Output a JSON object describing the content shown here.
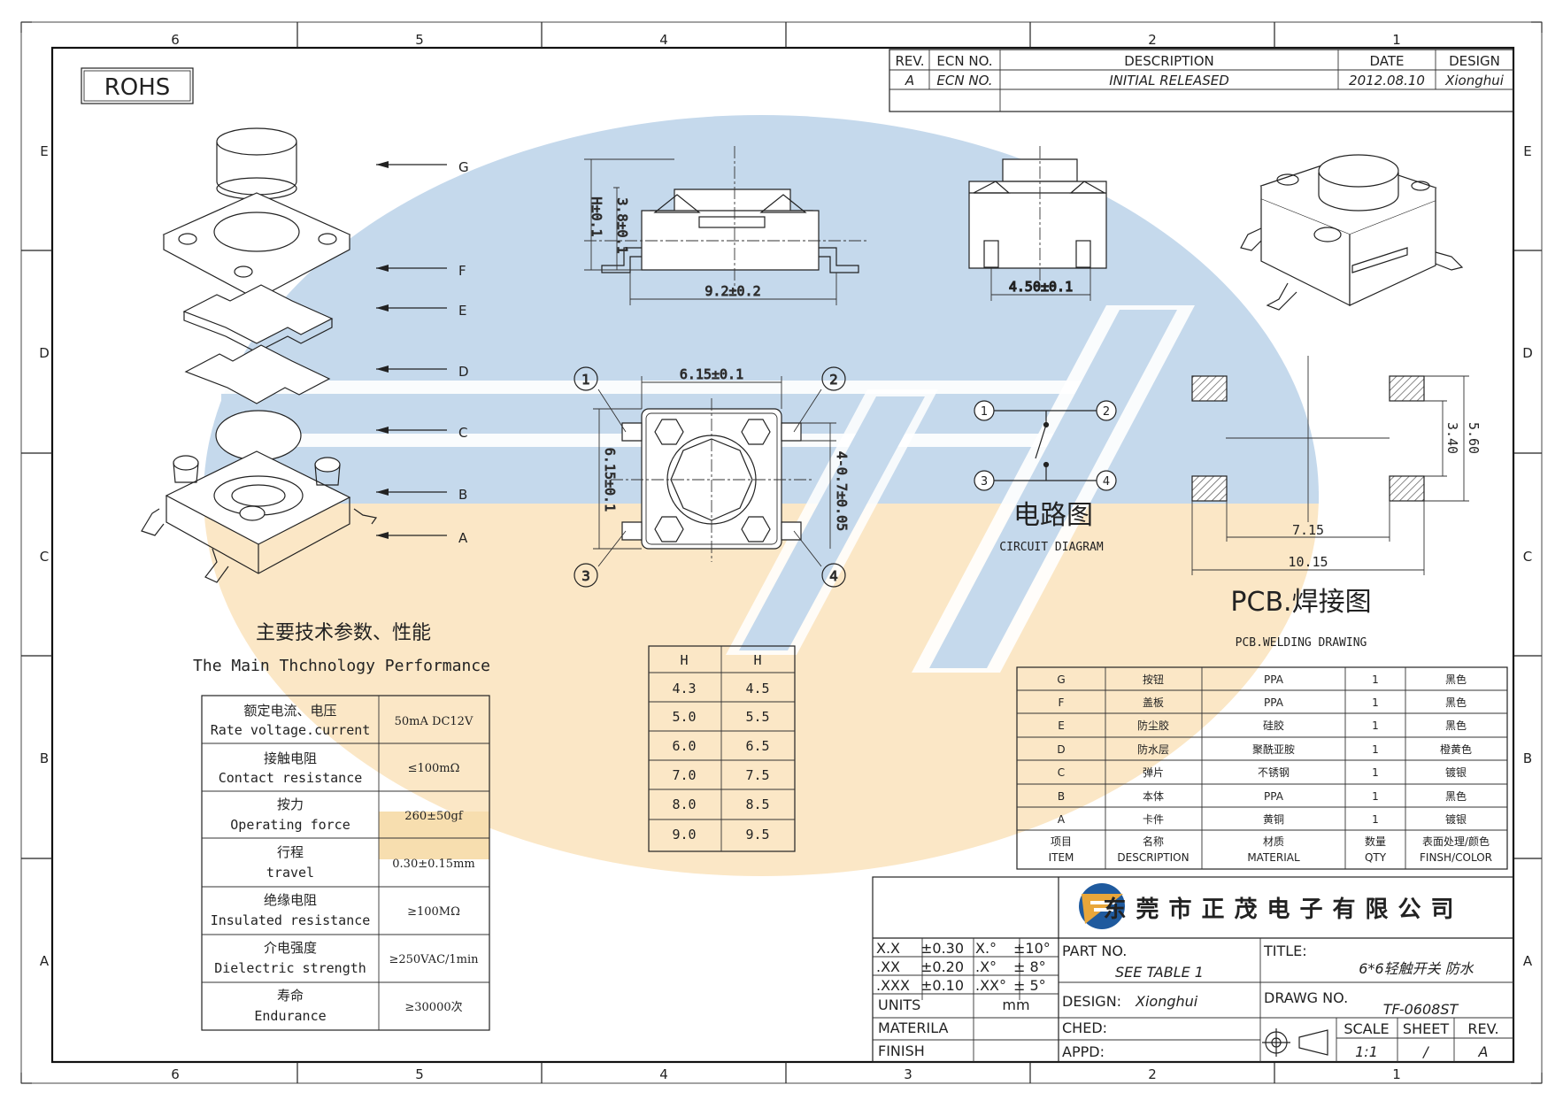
{
  "rohs": "ROHS",
  "zones": {
    "cols": [
      "6",
      "5",
      "4",
      "3",
      "2",
      "1"
    ],
    "rows": [
      "E",
      "D",
      "C",
      "B",
      "A"
    ]
  },
  "revision": {
    "headers": [
      "REV.",
      "ECN NO.",
      "DESCRIPTION",
      "DATE",
      "DESIGN"
    ],
    "row": [
      "A",
      "ECN NO.",
      "INITIAL RELEASED",
      "2012.08.10",
      "Xionghui"
    ]
  },
  "exploded_labels": [
    "G",
    "F",
    "E",
    "D",
    "C",
    "B",
    "A"
  ],
  "dims": {
    "h": "H±0.1",
    "d38": "3.8±0.1",
    "d92": "9.2±0.2",
    "d450": "4.50±0.1",
    "d615a": "6.15±0.1",
    "d615b": "6.15±0.1",
    "d407": "4-0.7±0.05",
    "pcb_560": "5.60",
    "pcb_340": "3.40",
    "pcb_715": "7.15",
    "pcb_1015": "10.15"
  },
  "pins": [
    "1",
    "2",
    "3",
    "4"
  ],
  "circuit": {
    "title_cn": "电路图",
    "title_en": "CIRCUIT DIAGRAM"
  },
  "pcb": {
    "title_cn": "PCB.焊接图",
    "title_en": "PCB.WELDING DRAWING"
  },
  "performance": {
    "title_cn": "主要技术参数、性能",
    "title_en": "The Main Thchnology Performance",
    "rows": [
      {
        "cn": "额定电流、电压",
        "en": "Rate voltage.current",
        "value": "50mA DC12V"
      },
      {
        "cn": "接触电阻",
        "en": "Contact resistance",
        "value": "≤100mΩ"
      },
      {
        "cn": "按力",
        "en": "Operating force",
        "value": "260±50gf"
      },
      {
        "cn": "行程",
        "en": "travel",
        "value": "0.30±0.15mm"
      },
      {
        "cn": "绝缘电阻",
        "en": "Insulated resistance",
        "value": "≥100MΩ"
      },
      {
        "cn": "介电强度",
        "en": "Dielectric strength",
        "value": "≥250VAC/1min"
      },
      {
        "cn": "寿命",
        "en": "Endurance",
        "value": "≥30000次"
      }
    ]
  },
  "h_table": {
    "headers": [
      "H",
      "H"
    ],
    "rows": [
      [
        "4.3",
        "4.5"
      ],
      [
        "5.0",
        "5.5"
      ],
      [
        "6.0",
        "6.5"
      ],
      [
        "7.0",
        "7.5"
      ],
      [
        "8.0",
        "8.5"
      ],
      [
        "9.0",
        "9.5"
      ]
    ]
  },
  "bom": {
    "rows": [
      [
        "G",
        "按钮",
        "PPA",
        "1",
        "黑色"
      ],
      [
        "F",
        "盖板",
        "PPA",
        "1",
        "黑色"
      ],
      [
        "E",
        "防尘胶",
        "硅胶",
        "1",
        "黑色"
      ],
      [
        "D",
        "防水层",
        "聚酰亚胺",
        "1",
        "橙黄色"
      ],
      [
        "C",
        "弹片",
        "不锈钢",
        "1",
        "镀银"
      ],
      [
        "B",
        "本体",
        "PPA",
        "1",
        "黑色"
      ],
      [
        "A",
        "卡件",
        "黄铜",
        "1",
        "镀银"
      ]
    ],
    "header_cn": [
      "项目",
      "名称",
      "材质",
      "数量",
      "表面处理/颜色"
    ],
    "header_en": [
      "ITEM",
      "DESCRIPTION",
      "MATERIAL",
      "QTY",
      "FINSH/COLOR"
    ]
  },
  "title_block": {
    "company": "东莞市正茂电子有限公司",
    "tol": [
      [
        "X.X",
        "±0.30",
        "X.°",
        "±10°"
      ],
      [
        ".XX",
        "±0.20",
        ".X°",
        "± 8°"
      ],
      [
        ".XXX",
        "±0.10",
        ".XX°",
        "± 5°"
      ]
    ],
    "units_label": "UNITS",
    "units": "mm",
    "materila": "MATERILA",
    "finish": "FINISH",
    "part_no_label": "PART NO.",
    "part_no": "SEE TABLE 1",
    "design_label": "DESIGN:",
    "design": "Xionghui",
    "ched_label": "CHED:",
    "appd_label": "APPD:",
    "title_label": "TITLE:",
    "title": "6*6轻触开关 防水",
    "drawg_label": "DRAWG NO.",
    "drawg": "TF-0608ST",
    "scale_label": "SCALE",
    "scale": "1:1",
    "sheet_label": "SHEET",
    "sheet": "/",
    "rev_label": "REV.",
    "rev": "A"
  },
  "colors": {
    "watermark_blue": "#c5d9ec",
    "watermark_yellow": "#fbe7c6",
    "accent_yellow": "#f7deaf"
  }
}
